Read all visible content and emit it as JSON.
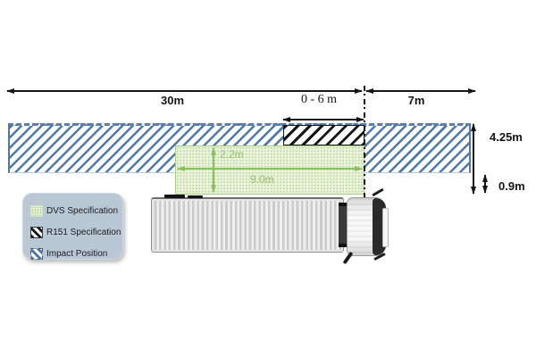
{
  "diagram": {
    "dimensions": {
      "front_distance": "30m",
      "sensor_range": "0 - 6 m",
      "rear_distance": "7m",
      "height_top": "4.25m",
      "height_bottom": "0.9m",
      "dvs_width": "2.2m",
      "dvs_length": "9.0m"
    },
    "legend": {
      "items": [
        {
          "id": "dvs",
          "label": "DVS Specification"
        },
        {
          "id": "r151",
          "label": "R151 Specification"
        },
        {
          "id": "impact",
          "label": "Impact Position"
        }
      ]
    },
    "colors": {
      "impact_blue": "#4f78ab",
      "r151_black": "#161616",
      "dvs_green_fill": "#e9f2da",
      "dvs_green_accent": "#8cbf5e",
      "legend_bg": "#b9c8d4"
    }
  }
}
